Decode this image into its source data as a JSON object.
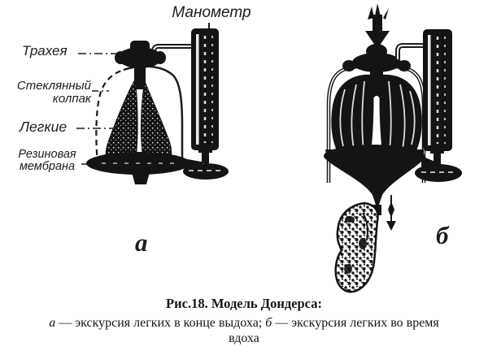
{
  "figure": {
    "labels": {
      "manometer": "Манометр",
      "trachea": "Трахея",
      "glass_bell_line1": "Стеклянный",
      "glass_bell_line2": "колпак",
      "lungs": "Легкие",
      "membrane_line1": "Резиновая",
      "membrane_line2": "мембрана",
      "part_a": "а",
      "part_b": "б"
    },
    "caption": {
      "title": "Рис.18. Модель Дондерса:",
      "item_a_letter": "а",
      "item_a_text": " — экскурсия легких в конце выдоха; ",
      "item_b_letter": "б",
      "item_b_text": " — экскурсия легких во время",
      "last_line": "вдоха"
    },
    "colors": {
      "ink": "#1b1b1b",
      "background": "#ffffff"
    }
  }
}
